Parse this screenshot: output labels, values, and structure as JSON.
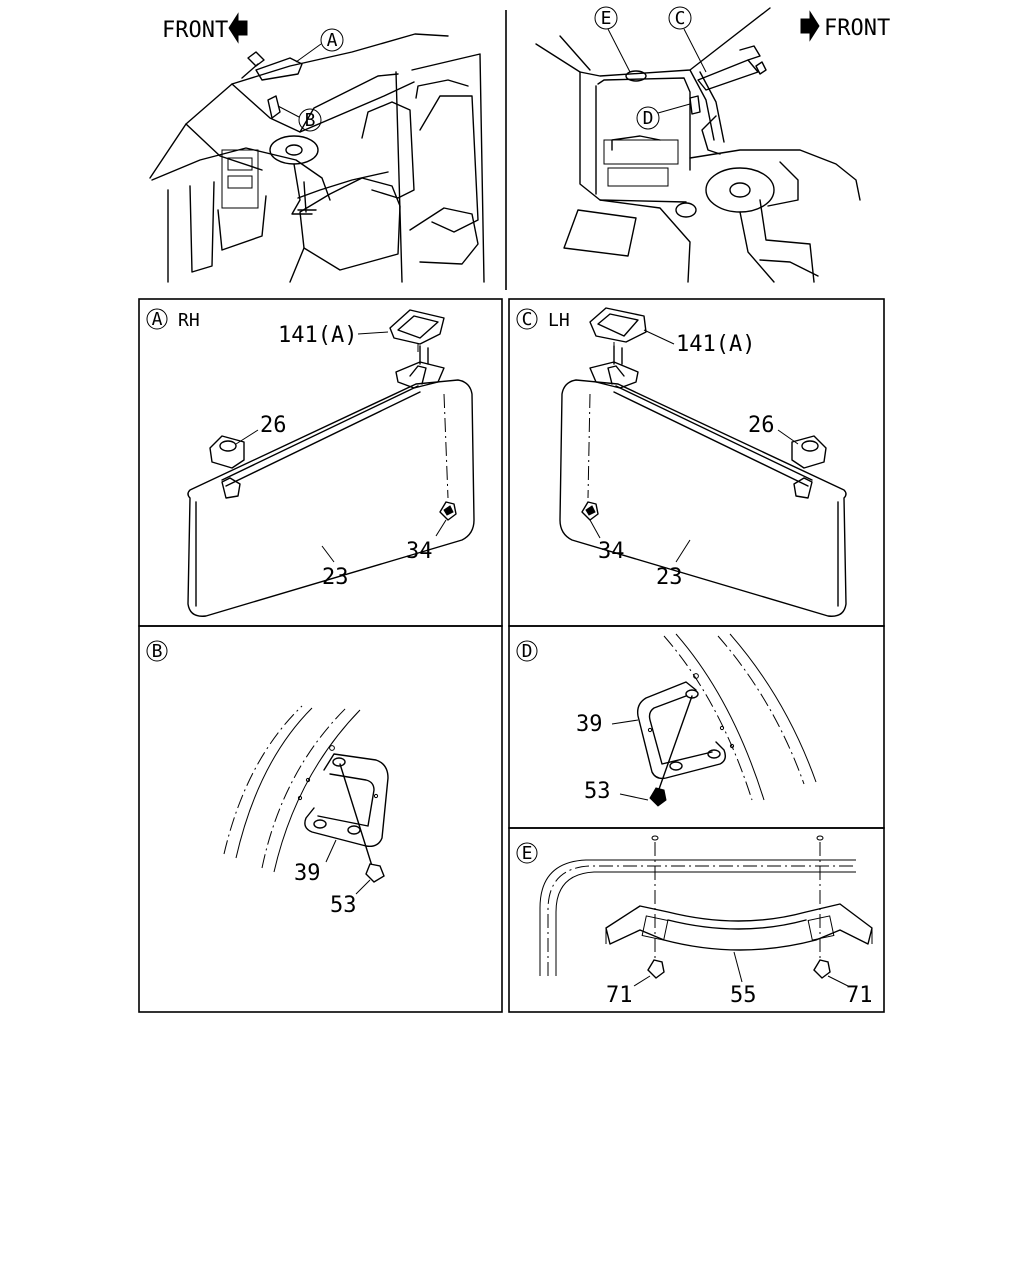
{
  "overview": {
    "front_left": "FRONT",
    "front_right": "FRONT",
    "callouts": [
      "A",
      "B",
      "C",
      "D",
      "E"
    ]
  },
  "panels": {
    "A": {
      "key": "A",
      "side": "RH",
      "parts": {
        "cover": "141(A)",
        "holder": "26",
        "screw": "34",
        "visor": "23"
      }
    },
    "C": {
      "key": "C",
      "side": "LH",
      "parts": {
        "cover": "141(A)",
        "holder": "26",
        "screw": "34",
        "visor": "23"
      }
    },
    "B": {
      "key": "B",
      "parts": {
        "grip": "39",
        "screw": "53"
      }
    },
    "D": {
      "key": "D",
      "parts": {
        "grip": "39",
        "screw": "53"
      }
    },
    "E": {
      "key": "E",
      "parts": {
        "screw_left": "71",
        "handle": "55",
        "screw_right": "71"
      }
    }
  }
}
